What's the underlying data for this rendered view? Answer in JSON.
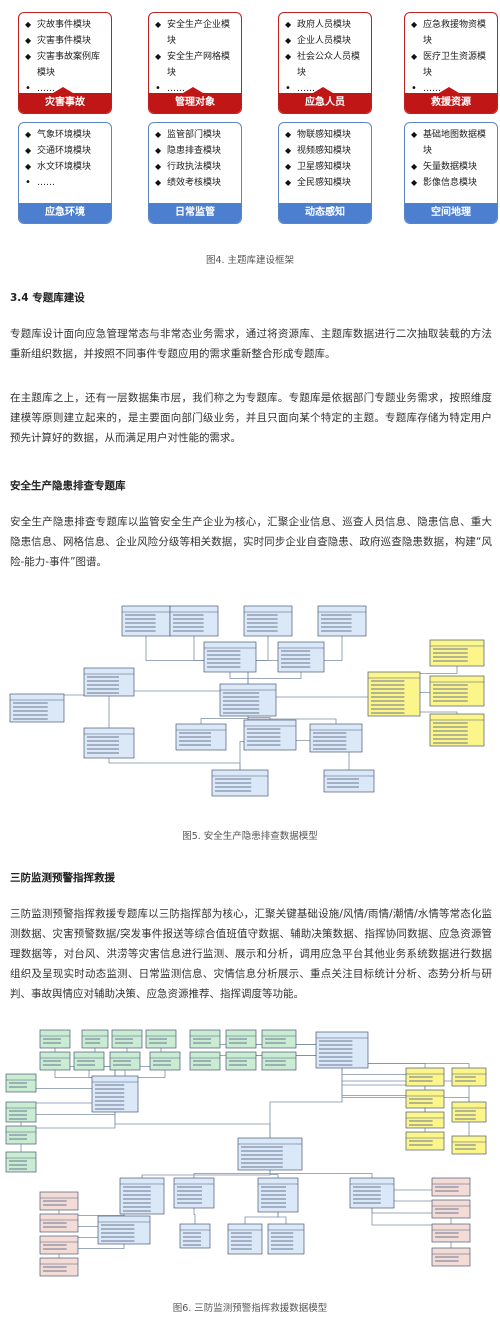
{
  "figure4": {
    "cards": [
      {
        "title": "灾害事故",
        "color": "red",
        "items": [
          "灾故事件模块",
          "灾害事件模块",
          "灾害事故案例库模块",
          "……"
        ]
      },
      {
        "title": "管理对象",
        "color": "red",
        "items": [
          "安全生产企业模块",
          "安全生产网格模块",
          "……"
        ]
      },
      {
        "title": "应急人员",
        "color": "red",
        "items": [
          "政府人员模块",
          "企业人员模块",
          "社会公众人员模块",
          "……"
        ]
      },
      {
        "title": "救援资源",
        "color": "red",
        "items": [
          "应急救援物资模块",
          "医疗卫生资源模块",
          "……"
        ]
      },
      {
        "title": "应急环境",
        "color": "blue",
        "items": [
          "气象环境模块",
          "交通环境模块",
          "水文环境模块",
          "……"
        ]
      },
      {
        "title": "日常监管",
        "color": "blue",
        "items": [
          "监管部门模块",
          "隐患排查模块",
          "行政执法模块",
          "绩效考核模块"
        ]
      },
      {
        "title": "动态感知",
        "color": "blue",
        "items": [
          "物联感知模块",
          "视频感知模块",
          "卫星感知模块",
          "全民感知模块"
        ]
      },
      {
        "title": "空间地理",
        "color": "blue",
        "items": [
          "基础地图数据模块",
          "矢量数据模块",
          "影像信息模块"
        ]
      }
    ],
    "caption": "图4. 主题库建设框架"
  },
  "section": {
    "heading": "3.4 专题库建设",
    "para1": "专题库设计面向应急管理常态与非常态业务需求，通过将资源库、主题库数据进行二次抽取装载的方法重新组织数据，并按照不同事件专题应用的需求重新整合形成专题库。",
    "para2": "在主题库之上，还有一层数据集市层，我们称之为专题库。专题库是依据部门专题业务需求，按照维度建模等原则建立起来的，是主要面向部门级业务，并且只面向某个特定的主题。专题库存储为特定用户预先计算好的数据，从而满足用户对性能的需求。"
  },
  "safety": {
    "heading": "安全生产隐患排查专题库",
    "para": "安全生产隐患排查专题库以监管安全生产企业为核心，汇聚企业信息、巡查人员信息、隐患信息、重大隐患信息、网格信息、企业风险分级等相关数据，实时同步企业自查隐患、政府巡查隐患数据，构建“风险-能力-事件”图谱。",
    "caption": "图5. 安全生产隐患排查数据模型"
  },
  "sanfang": {
    "heading": "三防监测预警指挥救援",
    "para": "三防监测预警指挥救援专题库以三防指挥部为核心，汇聚关键基础设施/风情/雨情/潮情/水情等常态化监测数据、灾害预警数据/突发事件报送等综合值班值守数据、辅助决策数据、指挥协同数据、应急资源管理数据等，对台风、洪涝等灾害信息进行监测、展示和分析，调用应急平台其他业务系统数据进行数据组织及呈现实时动态监测、日常监测信息、灾情信息分析展示、重点关注目标统计分析、态势分析与研判、事故舆情应对辅助决策、应急资源推荐、指挥调度等功能。",
    "caption": "图6. 三防监测预警指挥救援数据模型"
  },
  "colors": {
    "red": "#c01616",
    "blue": "#4d7fd1",
    "entity_blue": "#dbe8f7",
    "entity_yellow": "#fbf58a",
    "entity_green": "#c9ecd2",
    "entity_pink": "#f4dcd6"
  }
}
